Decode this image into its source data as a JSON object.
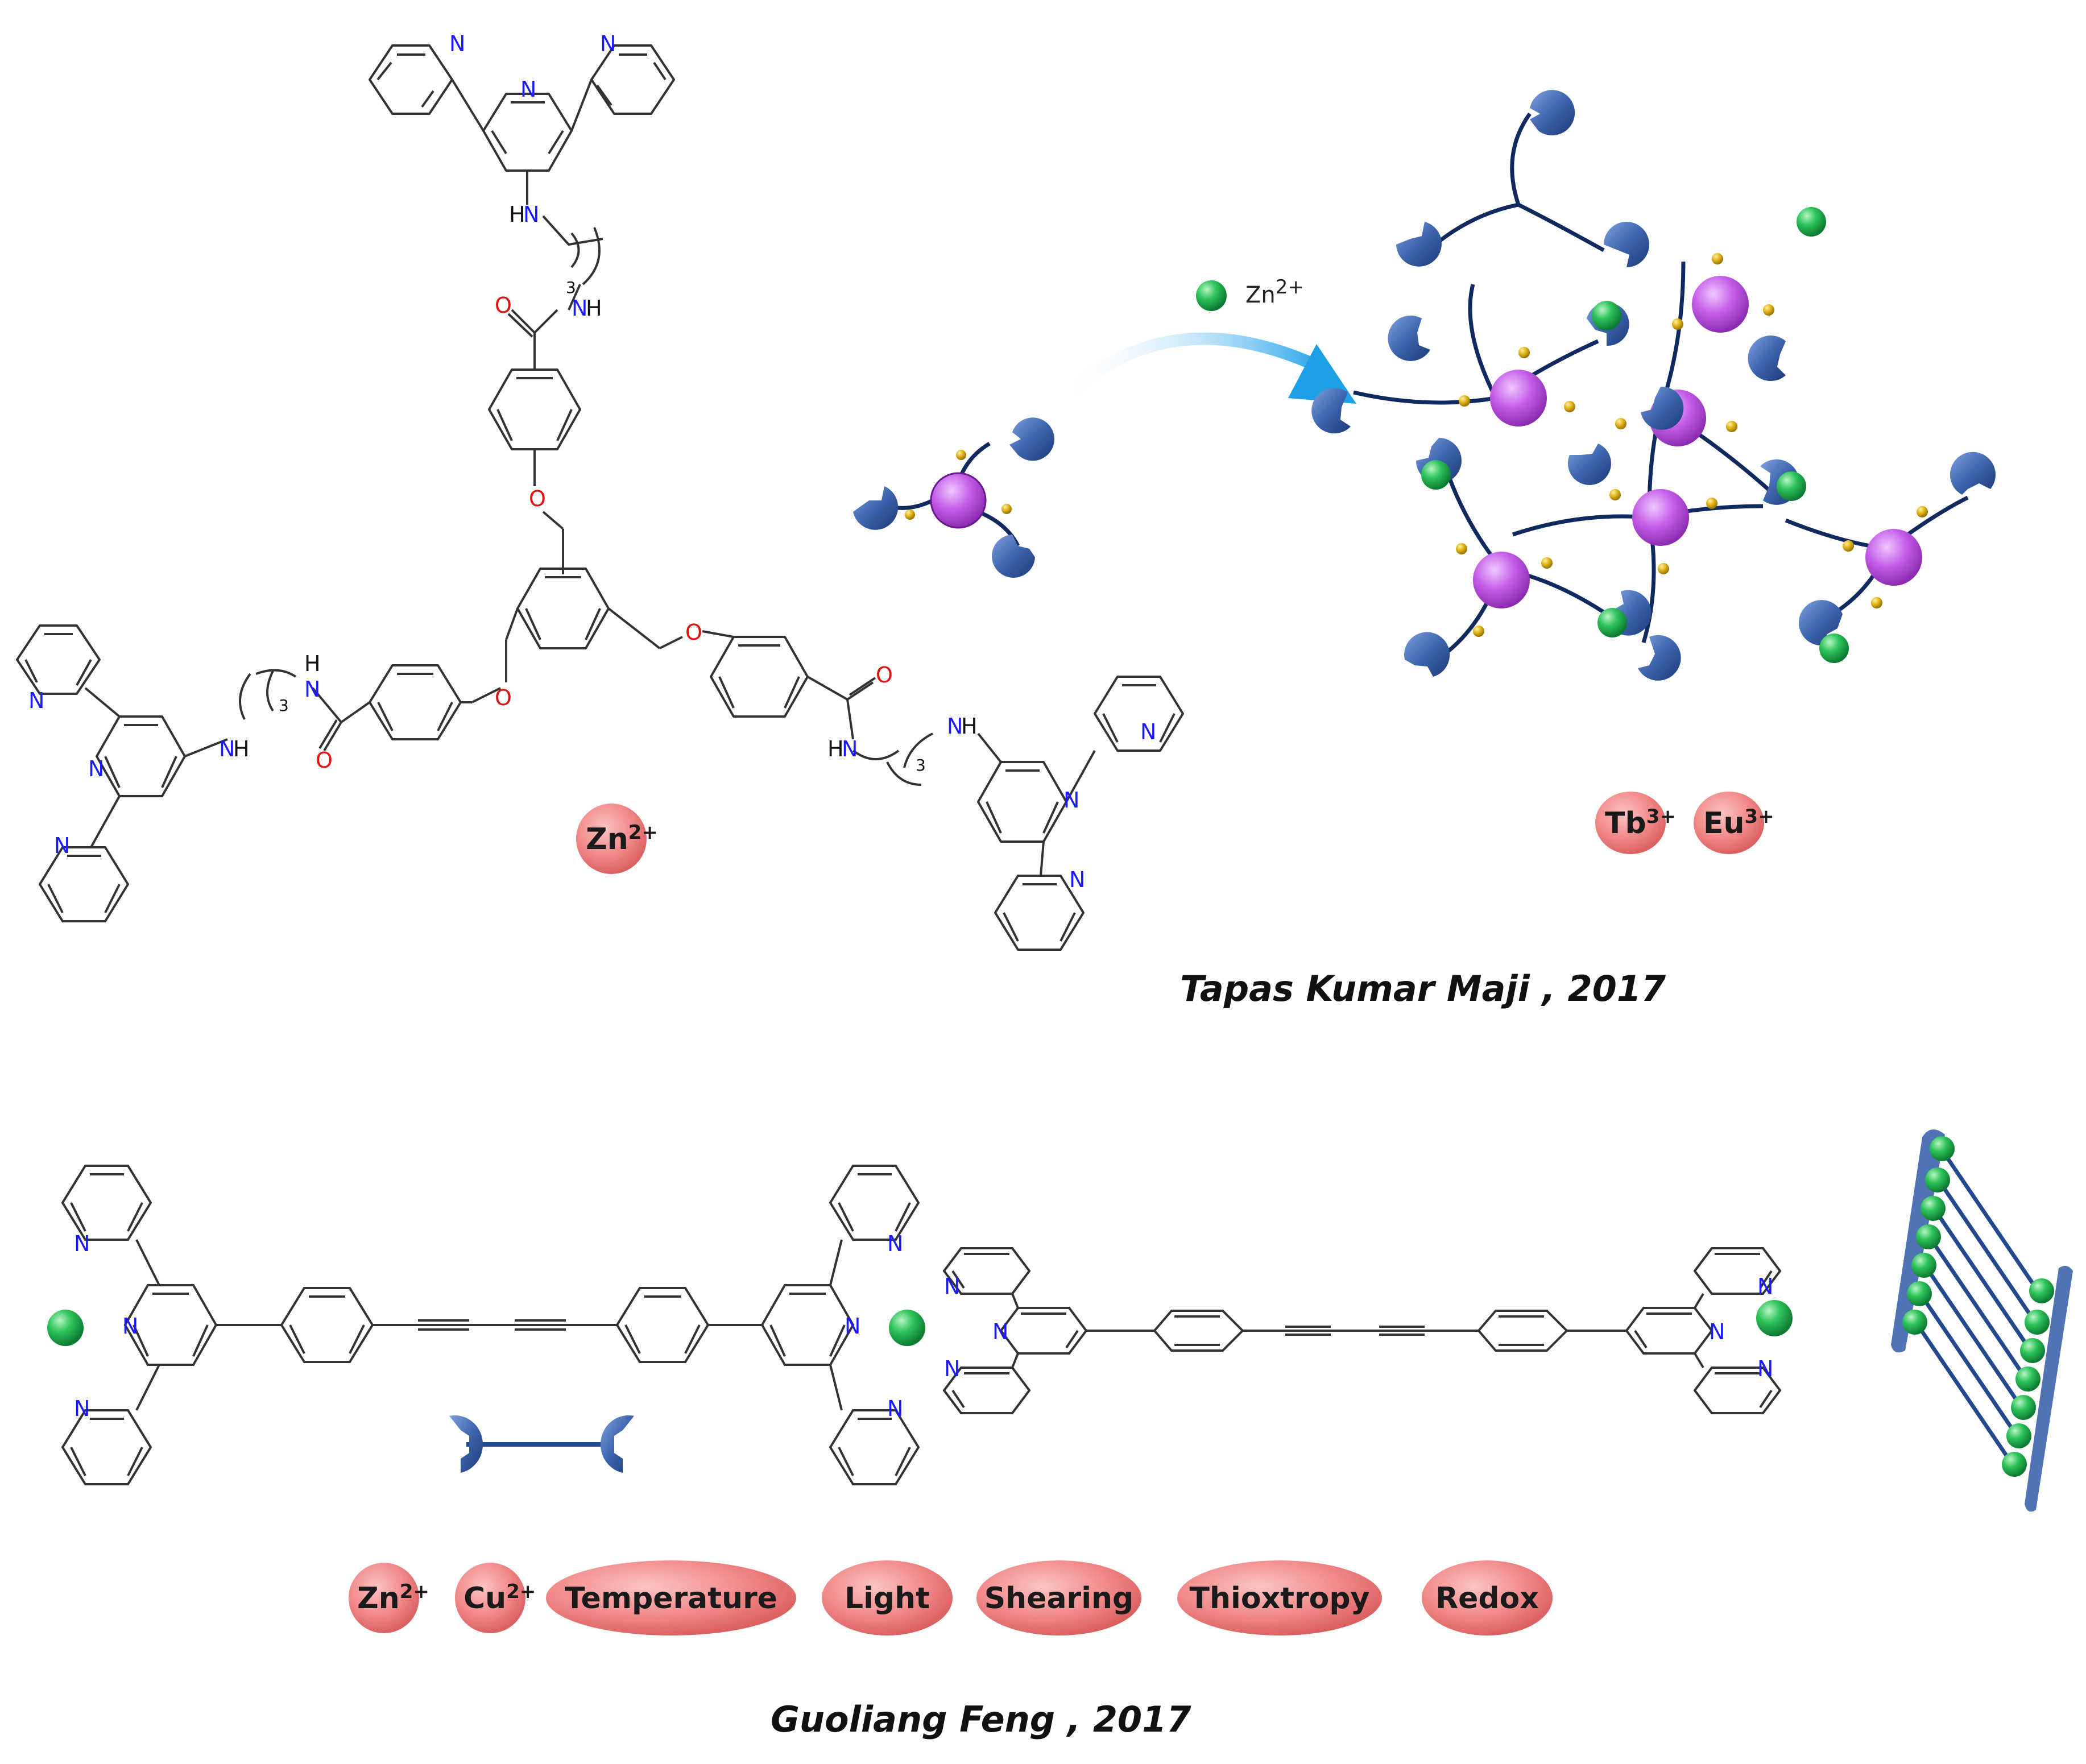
{
  "molecule_labels": {
    "pyridine_n": "N",
    "amine": "NH",
    "amine_h": "H",
    "amine_n": "N",
    "carbonyl_o": "O",
    "ether_o": "O",
    "repeat_3": "3"
  },
  "top_panel": {
    "center_ion": {
      "base": "Zn",
      "sup": "2+"
    },
    "legend_ion": {
      "base": "Zn",
      "sup": "2+"
    },
    "stimuli": [
      {
        "base": "Tb",
        "sup": "3+"
      },
      {
        "base": "Eu",
        "sup": "3+"
      }
    ],
    "citation": "Tapas Kumar Maji , 2017"
  },
  "bottom_panel": {
    "stimuli": [
      {
        "base": "Zn",
        "sup": "2+"
      },
      {
        "base": "Cu",
        "sup": "2+"
      },
      {
        "label": "Temperature"
      },
      {
        "label": "Light"
      },
      {
        "label": "Shearing"
      },
      {
        "label": "Thioxtropy"
      },
      {
        "label": "Redox"
      }
    ],
    "citation": "Guoliang Feng , 2017"
  },
  "colors": {
    "bond": "#333333",
    "nitrogen": "#1a1aff",
    "oxygen": "#e01010",
    "pill": "#f28080",
    "metal_node": "#c060e0",
    "ligand_cup": "#3c64ac",
    "zinc_ball": "#20a040",
    "linker_bead": "#d4a410",
    "arrow": "#1ea0e8"
  }
}
